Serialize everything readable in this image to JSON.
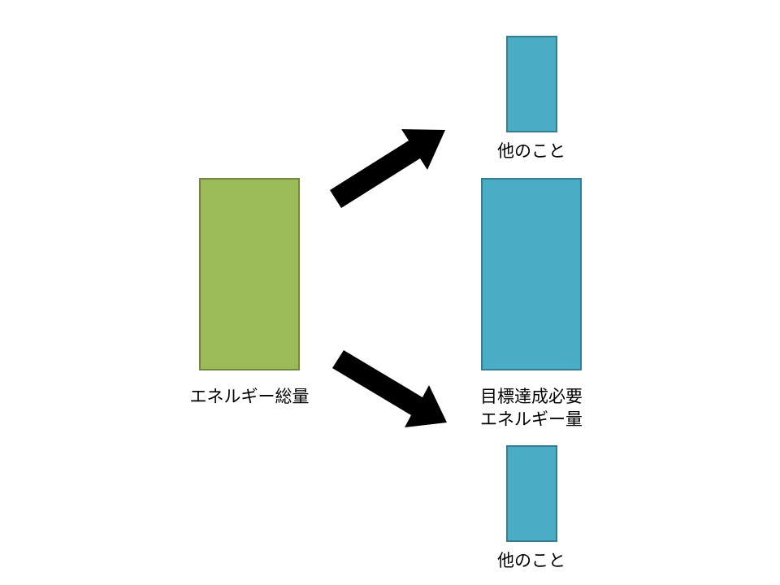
{
  "colors": {
    "total_fill": "#9BBB59",
    "total_border": "#71893F",
    "part_fill": "#4BACC6",
    "part_border": "#357D91",
    "arrow": "#000000"
  },
  "nodes": {
    "total": {
      "label": "エネルギー総量"
    },
    "other_top": {
      "label": "他のこと"
    },
    "target": {
      "label_line1": "目標達成必要",
      "label_line2": "エネルギー量"
    },
    "other_bottom": {
      "label": "他のこと"
    }
  }
}
